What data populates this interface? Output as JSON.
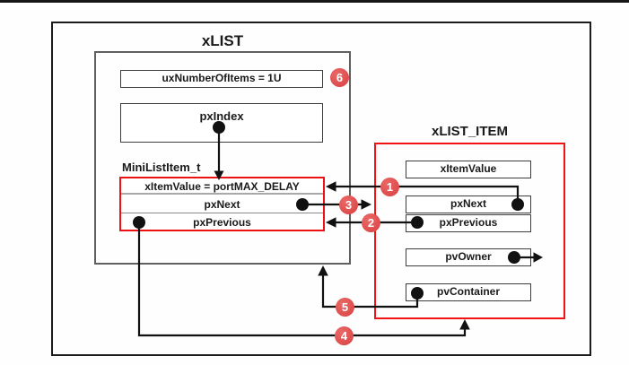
{
  "xlist": {
    "title": "xLIST",
    "fields": [
      "uxNumberOfItems = 1U",
      "pxIndex"
    ],
    "mini": {
      "label": "MiniListItem_t",
      "rows": [
        "xItemValue = portMAX_DELAY",
        "pxNext",
        "pxPrevious"
      ]
    }
  },
  "xlist_item": {
    "title": "xLIST_ITEM",
    "fields": [
      "xItemValue",
      "pxNext",
      "pxPrevious",
      "pvOwner",
      "pvContainer"
    ]
  },
  "badges": [
    "1",
    "2",
    "3",
    "4",
    "5",
    "6"
  ],
  "connections": [
    {
      "badge": "1",
      "from": "xLIST_ITEM.pxNext",
      "to": "MiniListItem_t"
    },
    {
      "badge": "2",
      "from": "xLIST_ITEM.pxPrevious",
      "to": "MiniListItem_t"
    },
    {
      "badge": "3",
      "from": "MiniListItem_t.pxNext",
      "to": "xLIST_ITEM"
    },
    {
      "badge": "4",
      "from": "MiniListItem_t.pxPrevious",
      "to": "xLIST_ITEM"
    },
    {
      "badge": "5",
      "from": "xLIST_ITEM.pvContainer",
      "to": "xLIST"
    },
    {
      "badge": "6",
      "marks": "uxNumberOfItems = 1U"
    },
    {
      "from": "xLIST.pxIndex",
      "to": "MiniListItem_t"
    },
    {
      "from": "xLIST_ITEM.pvOwner",
      "to": "right"
    }
  ],
  "colors": {
    "red_border": "#f21414",
    "badge_red": "#d94040",
    "line": "#111111",
    "gray_border": "#5f5f5f",
    "background": "#ffffff"
  }
}
